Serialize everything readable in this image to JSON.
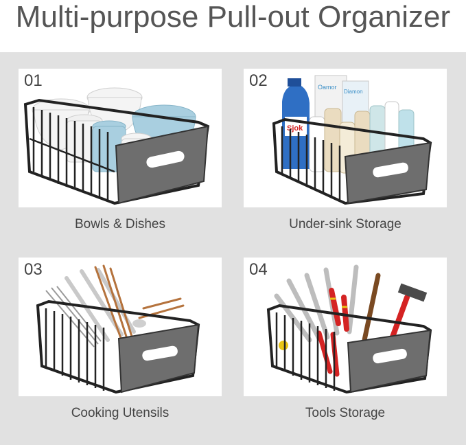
{
  "page": {
    "title": "Multi-purpose Pull-out Organizer"
  },
  "items": [
    {
      "number": "01",
      "caption": "Bowls & Dishes"
    },
    {
      "number": "02",
      "caption": "Under-sink Storage"
    },
    {
      "number": "03",
      "caption": "Cooking Utensils"
    },
    {
      "number": "04",
      "caption": "Tools Storage"
    }
  ],
  "product_text": {
    "bottle_brand": "Sjok",
    "box_label": "Oamor",
    "box_label_2": "Diamon"
  },
  "colors": {
    "title": "#555555",
    "panel": "#e1e1e1",
    "card": "#ffffff",
    "basket": "#222222",
    "basket_panel": "#6e6e6e",
    "bowl_white": "#f4f4f4",
    "bowl_blue": "#a9cfe0",
    "bottle_blue": "#2f6fc4",
    "bottle_cream": "#eadcc0",
    "chopsticks": "#b5733d",
    "tool_red": "#d42323",
    "tool_yellow": "#e9c516",
    "tool_steel": "#bdbdbd"
  }
}
